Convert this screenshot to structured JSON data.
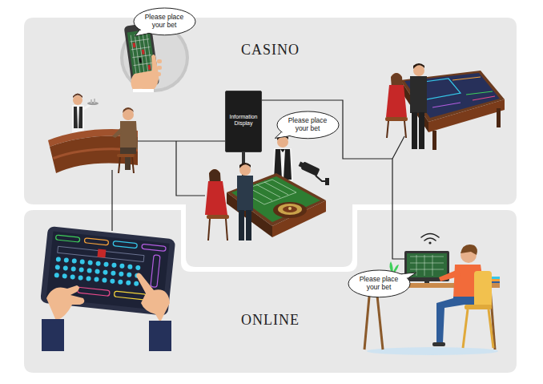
{
  "diagram": {
    "nodes": [
      {
        "text": [
          "CASINO"
        ]
      },
      {
        "text": [
          "Please place your bet"
        ],
        "in": 0
      },
      {
        "text": [
          "Information Display"
        ],
        "in": 0
      },
      {
        "text": [
          "Please place your bet"
        ],
        "in": 0
      },
      {
        "text": [
          "ONLINE"
        ]
      },
      {
        "text": [
          "Please place your bet"
        ],
        "in": 4
      }
    ]
  }
}
